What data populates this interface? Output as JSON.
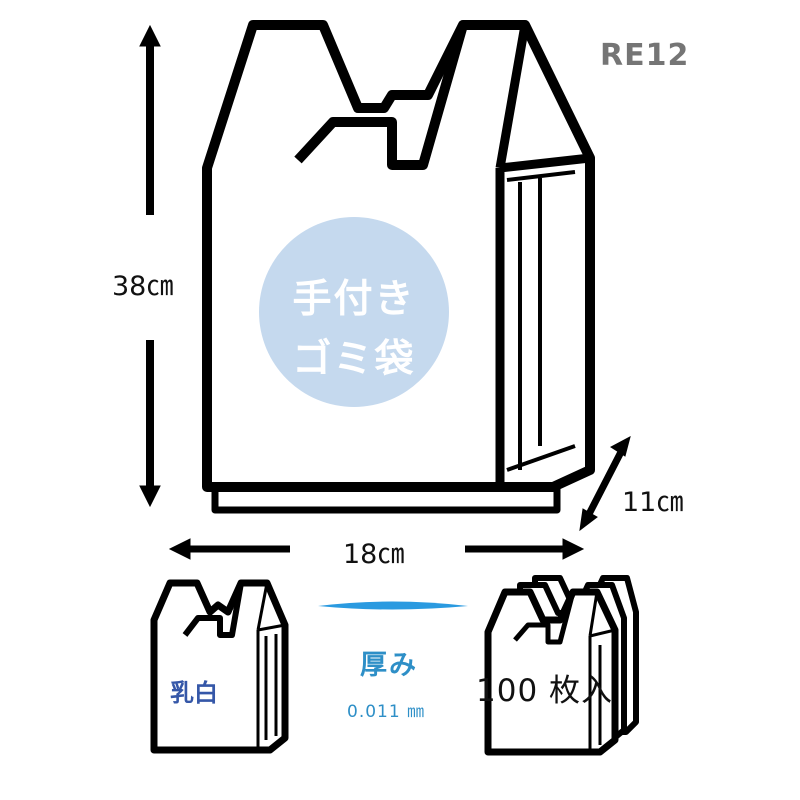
{
  "product_code": "RE12",
  "dimensions": {
    "height": "38㎝",
    "width": "18㎝",
    "depth": "11㎝"
  },
  "badge": {
    "line1": "手付き",
    "line2": "ゴミ袋",
    "color": "#c5d9ee"
  },
  "color_label": "乳白",
  "thickness": {
    "label": "厚み",
    "value": "0.011 ㎜",
    "color": "#2e8fc7"
  },
  "quantity": "100 枚入"
}
